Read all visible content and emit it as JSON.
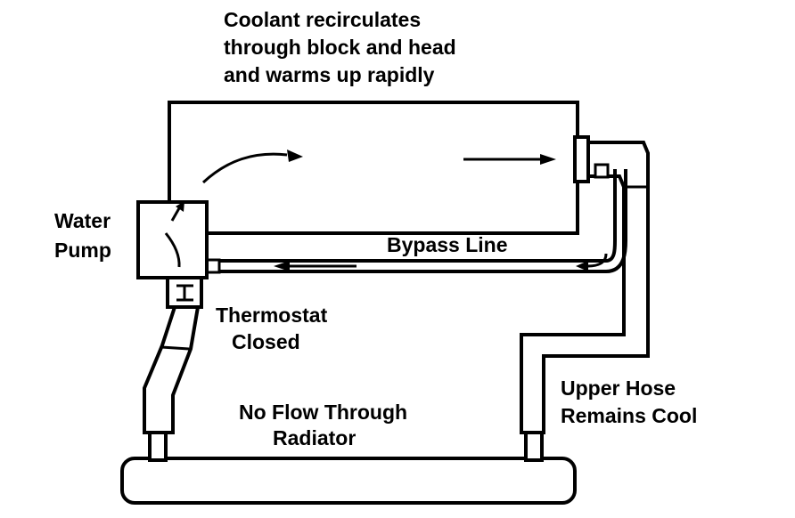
{
  "labels": {
    "caption": [
      "Coolant recirculates",
      "through block and head",
      "and warms up rapidly"
    ],
    "water_pump": [
      "Water",
      "Pump"
    ],
    "bypass_line": "Bypass Line",
    "thermostat": [
      "Thermostat",
      "Closed"
    ],
    "no_flow": [
      "No Flow Through",
      "Radiator"
    ],
    "upper_hose": [
      "Upper Hose",
      "Remains Cool"
    ]
  },
  "colors": {
    "stroke": "#000000",
    "fill": "#ffffff"
  }
}
